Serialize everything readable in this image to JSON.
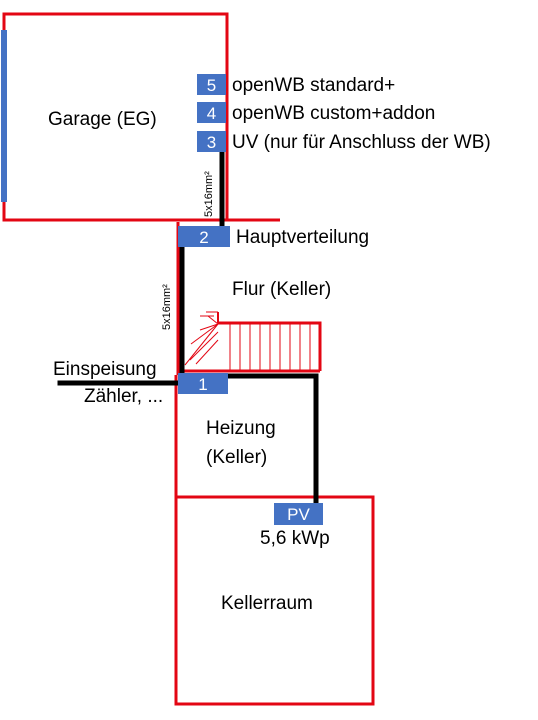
{
  "colors": {
    "wall": "#e30613",
    "cable": "#000000",
    "box_fill": "#4472c4",
    "box_text": "#ffffff",
    "garage_door": "#4472c4"
  },
  "rooms": {
    "garage": "Garage (EG)",
    "flur": "Flur (Keller)",
    "heizung_line1": "Heizung",
    "heizung_line2": "(Keller)",
    "kellerraum": "Kellerraum"
  },
  "boxes": {
    "b1": {
      "num": "1"
    },
    "b2": {
      "num": "2",
      "label": "Hauptverteilung"
    },
    "b3": {
      "num": "3",
      "label": "UV (nur für Anschluss der WB)"
    },
    "b4": {
      "num": "4",
      "label": "openWB custom+addon"
    },
    "b5": {
      "num": "5",
      "label": "openWB standard+"
    },
    "pv": {
      "num": "PV",
      "label": "5,6 kWp"
    }
  },
  "cables": {
    "riser_garage": "5x16mm²",
    "riser_keller": "5x16mm²"
  },
  "feed": {
    "line1": "Einspeisung",
    "line2": "Zähler, ..."
  }
}
